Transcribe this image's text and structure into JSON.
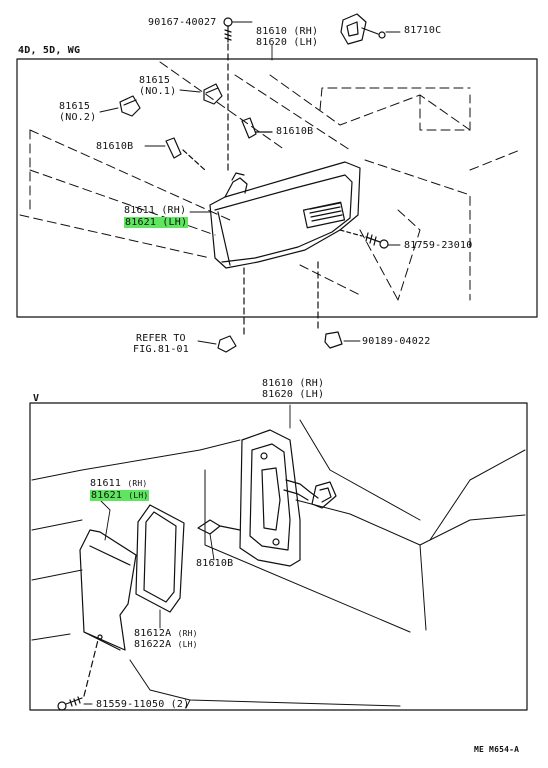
{
  "colors": {
    "line": "#111111",
    "highlight": "#5ee65e",
    "background": "#ffffff"
  },
  "top": {
    "variant": "4D, 5D, WG",
    "part_90167": "90167-40027",
    "part_81610_rh": "81610 (RH)",
    "part_81620_lh": "81620 (LH)",
    "part_81710c": "81710C",
    "part_81615_no1": "81615",
    "no1": "(NO.1)",
    "part_81615_no2": "81615",
    "no2": "(NO.2)",
    "part_81610b_left": "81610B",
    "part_81610b_right": "81610B",
    "part_81611": "81611 (RH)",
    "part_81621": "81621 (LH)",
    "part_81759": "81759-23010",
    "refer_line1": "REFER TO",
    "refer_line2": "FIG.81-01",
    "part_90189": "90189-04022"
  },
  "bottom": {
    "variant": "V",
    "part_81610_rh": "81610 (RH)",
    "part_81620_lh": "81620 (LH)",
    "part_81611": "81611",
    "part_81611_side": "(RH)",
    "part_81621": "81621",
    "part_81621_side": "(LH)",
    "part_81610b": "81610B",
    "part_81612a": "81612A",
    "part_81612a_side": "(RH)",
    "part_81622a": "81622A",
    "part_81622a_side": "(LH)",
    "part_81559": "81559-11050 (2)",
    "code": "ME M654-A"
  }
}
